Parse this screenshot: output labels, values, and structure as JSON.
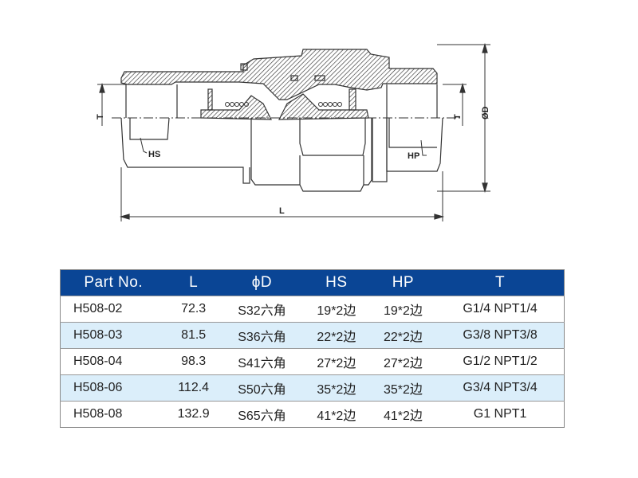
{
  "drawing": {
    "labels": {
      "T_left": "T",
      "T_right": "T",
      "HS": "HS",
      "HP": "HP",
      "OD": "ØD",
      "L": "L"
    }
  },
  "table": {
    "header_color": "#0a4595",
    "alt_row_color": "#dbeefa",
    "columns": [
      "Part No.",
      "L",
      "ϕD",
      "HS",
      "HP",
      "T"
    ],
    "rows": [
      {
        "part_no": "H508-02",
        "L": "72.3",
        "D": "S32六角",
        "HS": "19*2边",
        "HP": "19*2边",
        "T": "G1/4 NPT1/4"
      },
      {
        "part_no": "H508-03",
        "L": "81.5",
        "D": "S36六角",
        "HS": "22*2边",
        "HP": "22*2边",
        "T": "G3/8 NPT3/8"
      },
      {
        "part_no": "H508-04",
        "L": "98.3",
        "D": "S41六角",
        "HS": "27*2边",
        "HP": "27*2边",
        "T": "G1/2 NPT1/2"
      },
      {
        "part_no": "H508-06",
        "L": "112.4",
        "D": "S50六角",
        "HS": "35*2边",
        "HP": "35*2边",
        "T": "G3/4 NPT3/4"
      },
      {
        "part_no": "H508-08",
        "L": "132.9",
        "D": "S65六角",
        "HS": "41*2边",
        "HP": "41*2边",
        "T": "G1 NPT1"
      }
    ]
  }
}
